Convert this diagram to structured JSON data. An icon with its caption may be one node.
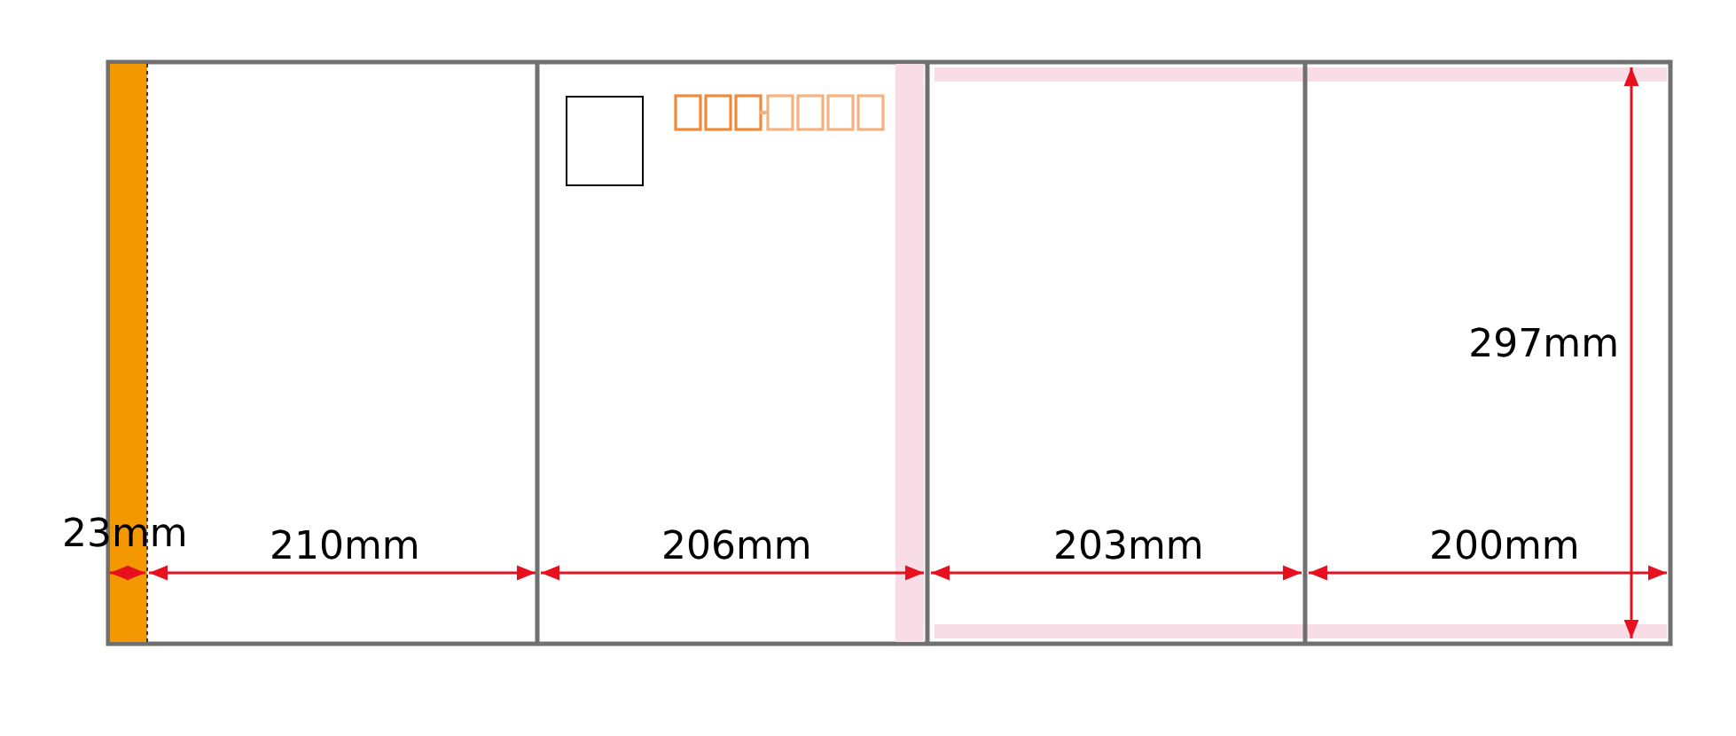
{
  "diagram": {
    "labels": [
      "297mm",
      "23mm",
      "210mm",
      "206mm",
      "203mm",
      "200mm"
    ]
  }
}
